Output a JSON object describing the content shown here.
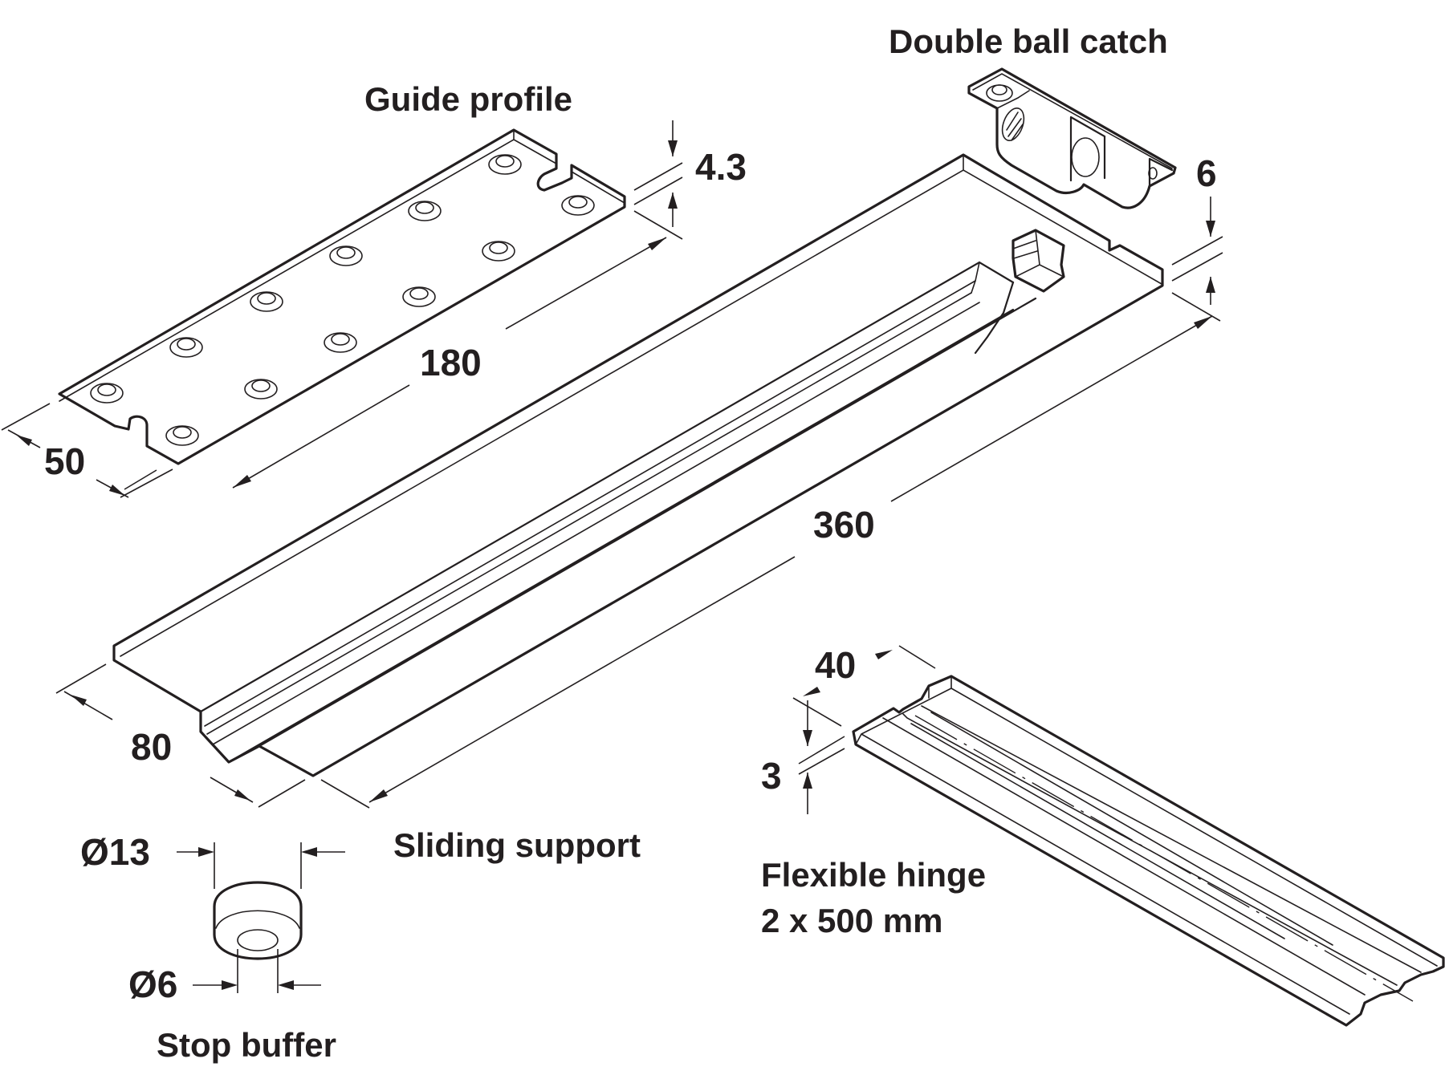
{
  "diagram": {
    "colors": {
      "line": "#231f20",
      "background": "#ffffff"
    },
    "components": {
      "guide_profile": {
        "title": "Guide profile",
        "dimensions": {
          "length": "180",
          "width": "50",
          "thickness": "4.3"
        }
      },
      "double_ball_catch": {
        "title": "Double ball catch",
        "dimensions": {
          "height": "6"
        }
      },
      "sliding_support": {
        "title": "Sliding support",
        "dimensions": {
          "length": "360",
          "width": "80"
        }
      },
      "flexible_hinge": {
        "title": "Flexible hinge",
        "subtitle": "2 x 500 mm",
        "dimensions": {
          "width": "40",
          "thickness": "3"
        }
      },
      "stop_buffer": {
        "title": "Stop buffer",
        "dimensions": {
          "outer_diameter": "Ø13",
          "inner_diameter": "Ø6"
        }
      }
    }
  }
}
